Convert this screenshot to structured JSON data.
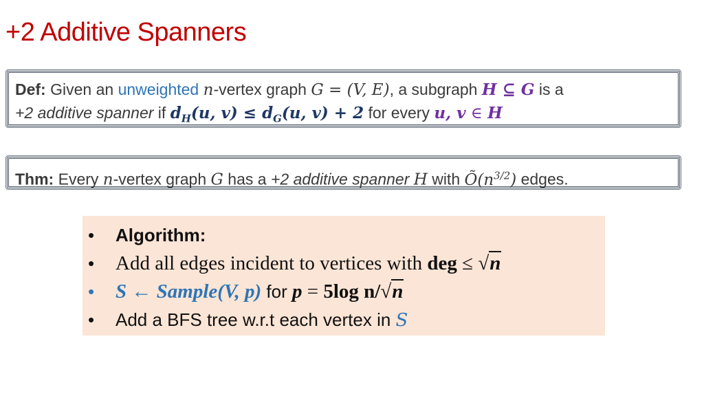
{
  "slide": {
    "title": "+2 Additive Spanners"
  },
  "definition": {
    "label": "Def:",
    "line1": {
      "t1": " Given an ",
      "unweighted": "unweighted",
      "n": "n",
      "t2": "-vertex graph ",
      "graph": "G = (V, E)",
      "t3": ", a subgraph ",
      "subset": "H ⊆ G",
      "t4": " is a"
    },
    "line2": {
      "term": "+2 additive spanner",
      "t1": " if ",
      "dH": "d",
      "dH_sub": "H",
      "dH_args": "(u, v) ≤ ",
      "dG": "d",
      "dG_sub": "G",
      "dG_args": "(u, v) + 2",
      "t2": "  for every ",
      "uv": "u, v",
      "in": " ∈ ",
      "H": "H"
    }
  },
  "theorem": {
    "label": "Thm:",
    "t1": " Every ",
    "n": "n",
    "t2": "-vertex graph ",
    "G": "G",
    "t3": " has a ",
    "term": "+2 additive spanner",
    "t4": " ",
    "H": "H",
    "t5": " with ",
    "O": "Õ",
    "paren_open": "(n",
    "exp": "3/2",
    "paren_close": ")",
    "t6": " edges."
  },
  "algorithm": {
    "bullet": "•",
    "items": [
      {
        "text": "Algorithm:"
      },
      {
        "text": "Add all edges incident to vertices with ",
        "deg": "deg",
        "leq": " ≤ √",
        "n": "n"
      },
      {
        "S": "S ← Sample(V, p)",
        "for": " for ",
        "p": "p",
        "eq": " = ",
        "val": "5log n/√",
        "n": "n"
      },
      {
        "text": "Add a BFS tree w.r.t each vertex in ",
        "S": "S"
      }
    ]
  },
  "colors": {
    "title": "#c00000",
    "blue_accent": "#2e75b6",
    "purple_accent": "#7030a0",
    "navy_math": "#1f3864",
    "algo_background": "#fbe5d6",
    "box_border": "#4a5563"
  }
}
